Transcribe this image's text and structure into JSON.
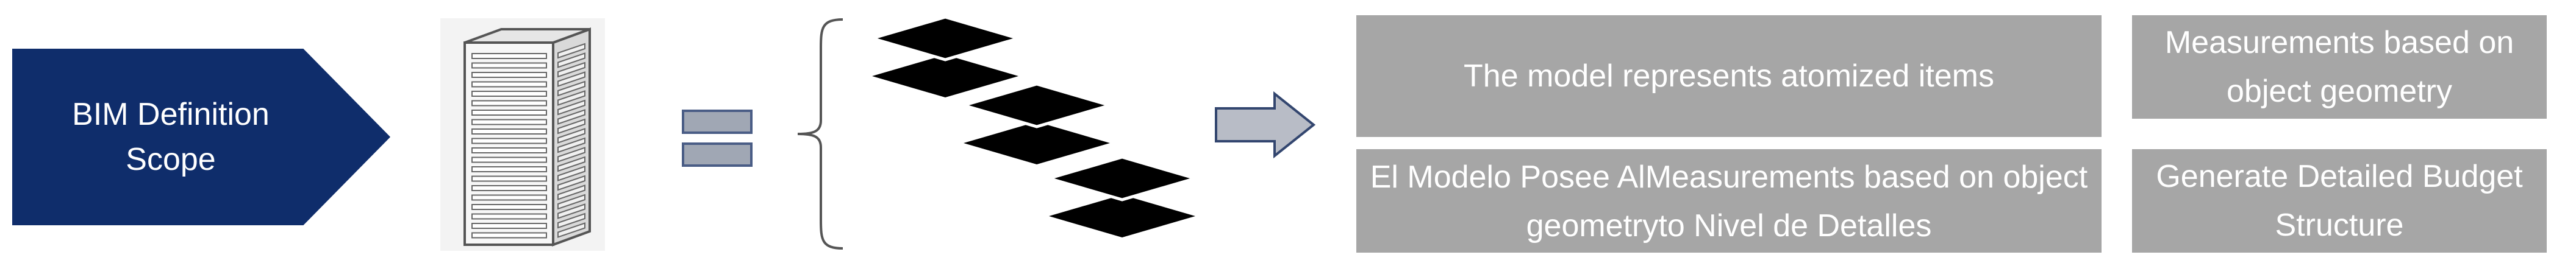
{
  "scope_label": "BIM Definition\nScope",
  "boxes": {
    "top_left": "The model represents atomized items",
    "bottom_left": "El Modelo Posee AlMeasurements based on object geometryto Nivel de Detalles",
    "top_right": "Measurements based on object geometry",
    "bottom_right": "Generate Detailed Budget Structure"
  },
  "colors": {
    "navy": "#0f2d6b",
    "gray_box": "#a6a6a6",
    "equals_fill": "#a0a7b4",
    "equals_border": "#4a5d86",
    "arrow_fill": "#b8bcc6",
    "arrow_stroke": "#33466f"
  },
  "icons": [
    "building-icon",
    "equals-icon",
    "brace-icon",
    "layers-icon",
    "right-arrow-icon"
  ]
}
